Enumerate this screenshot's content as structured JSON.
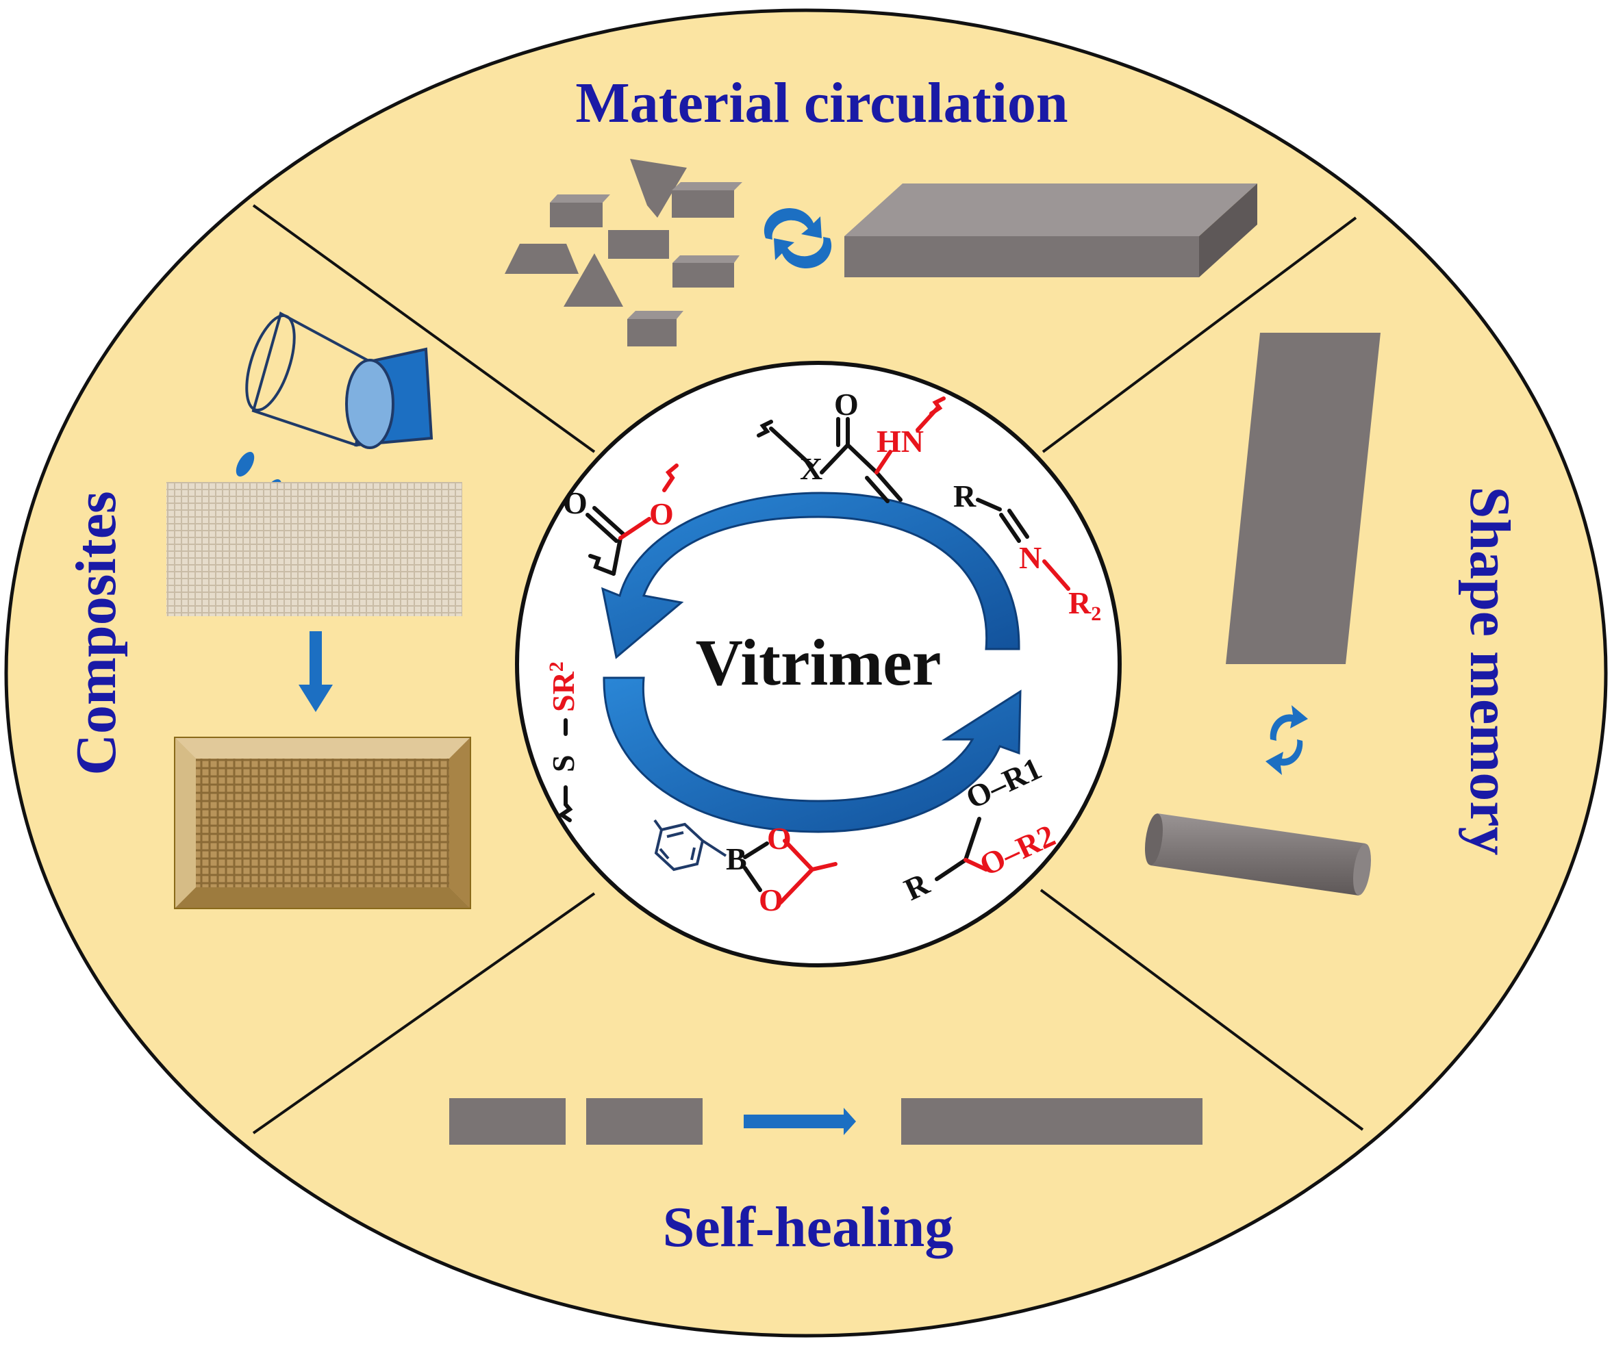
{
  "center": {
    "label": "Vitrimer"
  },
  "sections": {
    "top": {
      "label": "Material circulation"
    },
    "right": {
      "label": "Shape memory"
    },
    "bottom": {
      "label": "Self-healing"
    },
    "left": {
      "label": "Composites"
    }
  },
  "chemistry": {
    "vinylogous": {
      "o": "O",
      "x": "X",
      "hn": "HN"
    },
    "imine": {
      "r": "R",
      "n": "N",
      "r2": "R",
      "r2_sub": "2"
    },
    "acetal": {
      "r1": "O–R1",
      "r2": "O–R2",
      "r": "R"
    },
    "boronic": {
      "b": "B",
      "o1": "O",
      "o2": "O"
    },
    "disulfide": {
      "s": "S",
      "sr": "SR",
      "sr_sup": "2"
    },
    "ester": {
      "o_carbonyl": "O",
      "o_ether": "O"
    }
  },
  "colors": {
    "background": "#fbe4a2",
    "label": "#1a1aa6",
    "arrow": "#1c6fc2",
    "gray_block": "#7a7474",
    "red_atom": "#e8141c"
  }
}
